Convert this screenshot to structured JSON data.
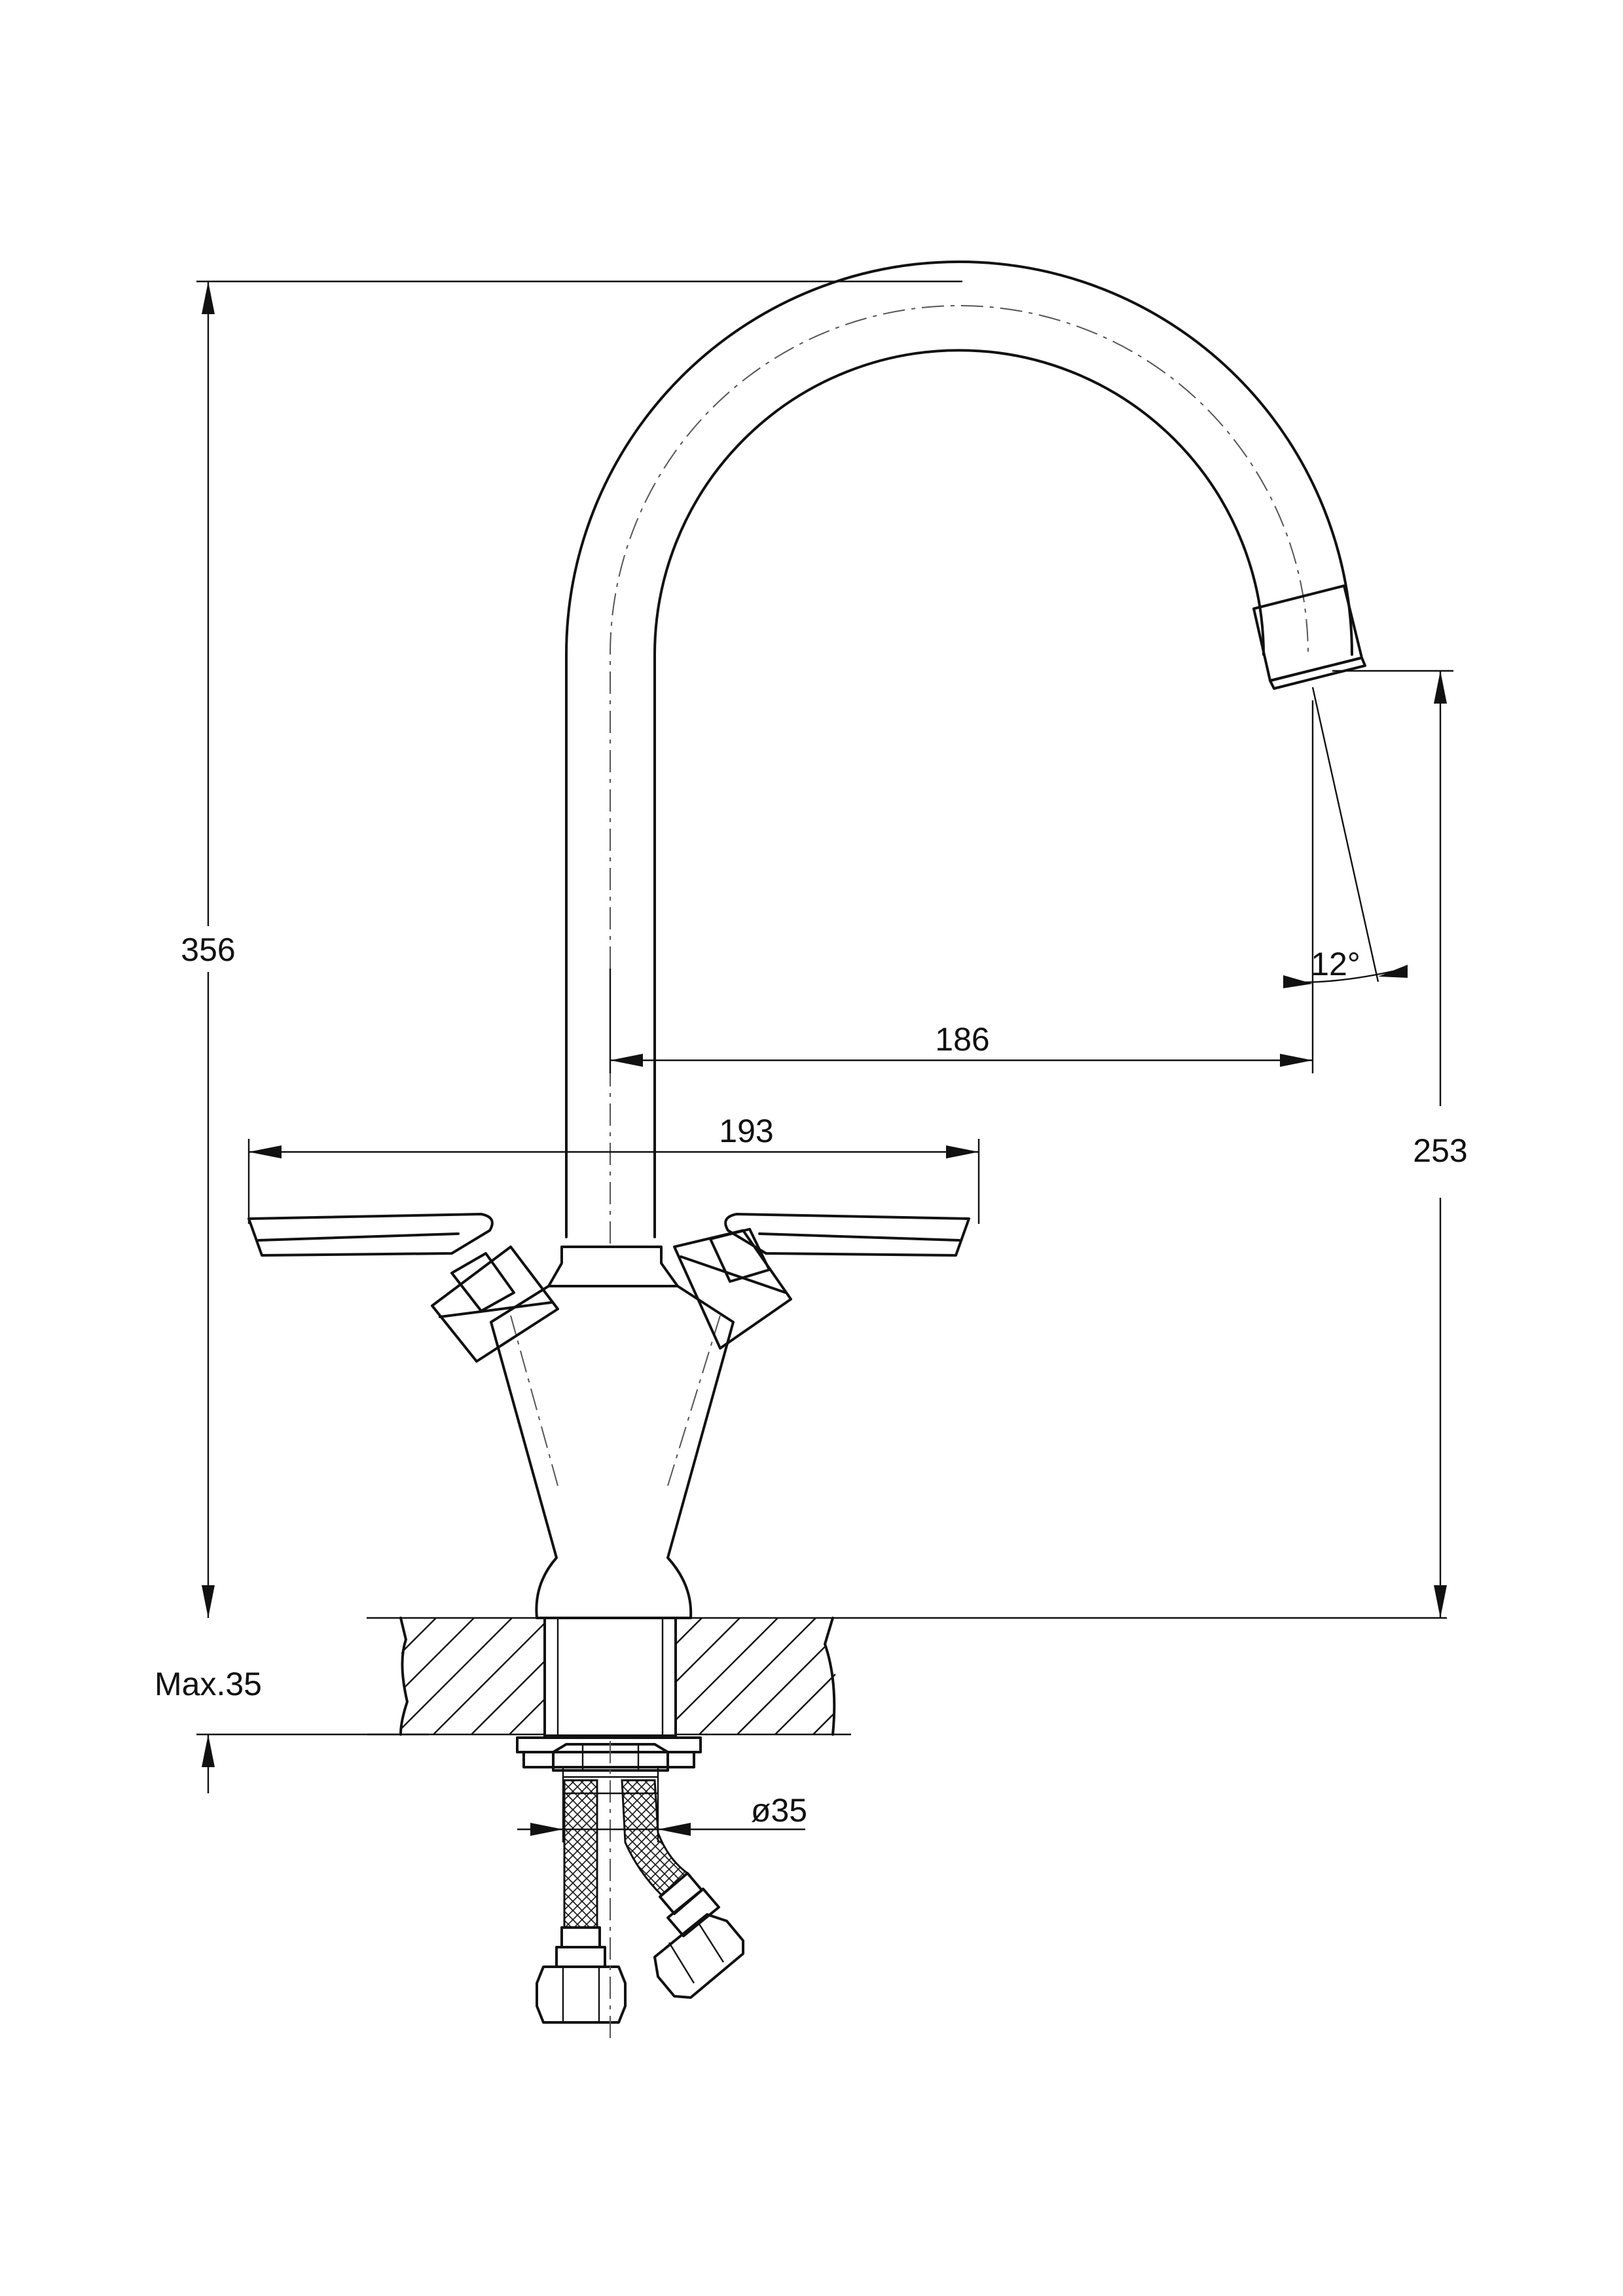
{
  "dimensions": {
    "total_height": "356",
    "spout_height": "253",
    "spout_reach": "186",
    "handle_span": "193",
    "spout_angle": "12°",
    "max_deck_thickness": "Max.35",
    "mounting_hole": "ø35"
  }
}
